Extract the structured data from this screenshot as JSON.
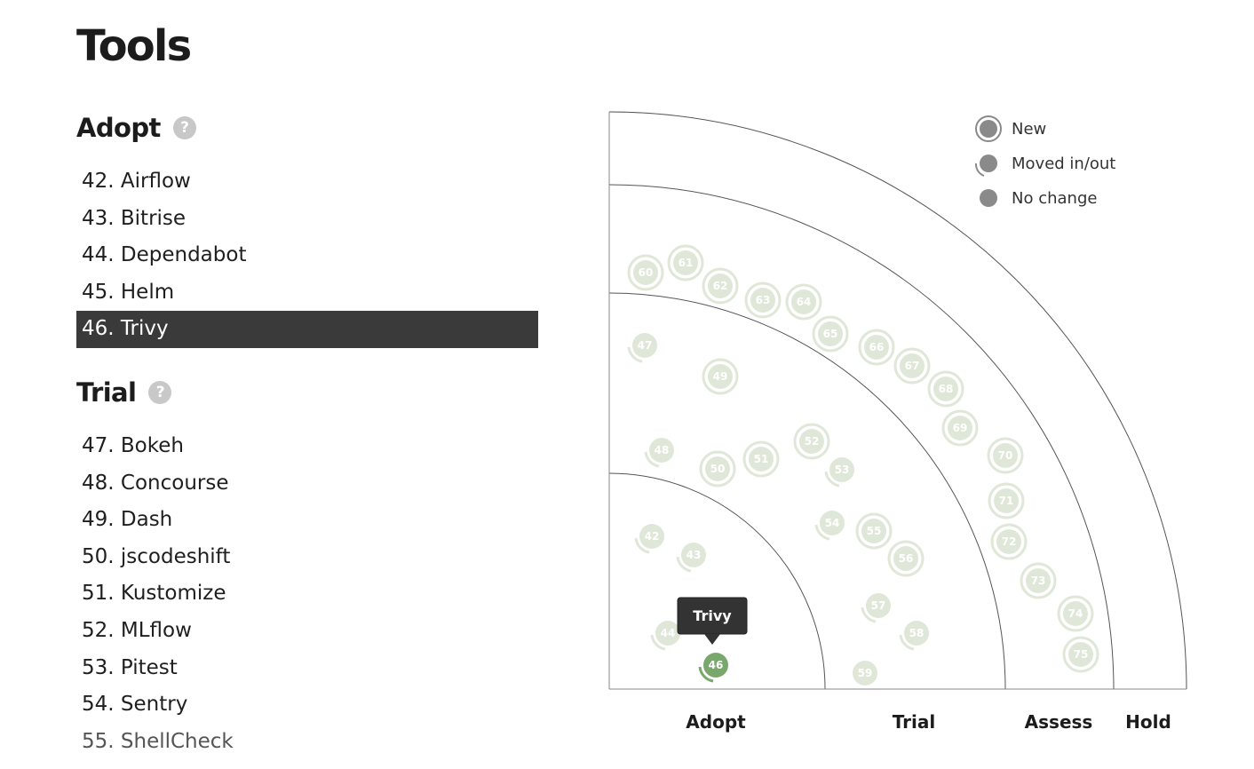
{
  "page": {
    "title": "Tools"
  },
  "sections": [
    {
      "heading": "Adopt",
      "help_icon": "?",
      "items": [
        {
          "label": "42. Airflow"
        },
        {
          "label": "43. Bitrise"
        },
        {
          "label": "44. Dependabot"
        },
        {
          "label": "45. Helm"
        },
        {
          "label": "46. Trivy",
          "selected": true
        }
      ]
    },
    {
      "heading": "Trial",
      "help_icon": "?",
      "items": [
        {
          "label": "47. Bokeh"
        },
        {
          "label": "48. Concourse"
        },
        {
          "label": "49. Dash"
        },
        {
          "label": "50. jscodeshift"
        },
        {
          "label": "51. Kustomize"
        },
        {
          "label": "52. MLflow"
        },
        {
          "label": "53. Pitest"
        },
        {
          "label": "54. Sentry"
        },
        {
          "label": "55. ShellCheck"
        }
      ]
    }
  ],
  "radar": {
    "rings": [
      "Adopt",
      "Trial",
      "Assess",
      "Hold"
    ],
    "legend": [
      {
        "label": "New",
        "type": "new"
      },
      {
        "label": "Moved in/out",
        "type": "moved"
      },
      {
        "label": "No change",
        "type": "none"
      }
    ],
    "colors": {
      "blip_faded": "#dfe8d8",
      "blip_active": "#7aa86c",
      "legend_dot": "#8a8a8a",
      "tooltip_bg": "#333333"
    },
    "tooltip": {
      "text": "Trivy",
      "blip": 46
    },
    "blips": [
      {
        "n": 42,
        "type": "moved"
      },
      {
        "n": 43,
        "type": "moved"
      },
      {
        "n": 44,
        "type": "moved"
      },
      {
        "n": 46,
        "type": "moved",
        "active": true
      },
      {
        "n": 47,
        "type": "moved"
      },
      {
        "n": 48,
        "type": "moved"
      },
      {
        "n": 49,
        "type": "new"
      },
      {
        "n": 50,
        "type": "new"
      },
      {
        "n": 51,
        "type": "new"
      },
      {
        "n": 52,
        "type": "new"
      },
      {
        "n": 53,
        "type": "moved"
      },
      {
        "n": 54,
        "type": "moved"
      },
      {
        "n": 55,
        "type": "new"
      },
      {
        "n": 56,
        "type": "new"
      },
      {
        "n": 57,
        "type": "moved"
      },
      {
        "n": 58,
        "type": "moved"
      },
      {
        "n": 59,
        "type": "none"
      },
      {
        "n": 60,
        "type": "new"
      },
      {
        "n": 61,
        "type": "new"
      },
      {
        "n": 62,
        "type": "new"
      },
      {
        "n": 63,
        "type": "new"
      },
      {
        "n": 64,
        "type": "new"
      },
      {
        "n": 65,
        "type": "new"
      },
      {
        "n": 66,
        "type": "new"
      },
      {
        "n": 67,
        "type": "new"
      },
      {
        "n": 68,
        "type": "new"
      },
      {
        "n": 69,
        "type": "new"
      },
      {
        "n": 70,
        "type": "new"
      },
      {
        "n": 71,
        "type": "new"
      },
      {
        "n": 72,
        "type": "new"
      },
      {
        "n": 73,
        "type": "new"
      },
      {
        "n": 74,
        "type": "new"
      },
      {
        "n": 75,
        "type": "new"
      }
    ]
  }
}
